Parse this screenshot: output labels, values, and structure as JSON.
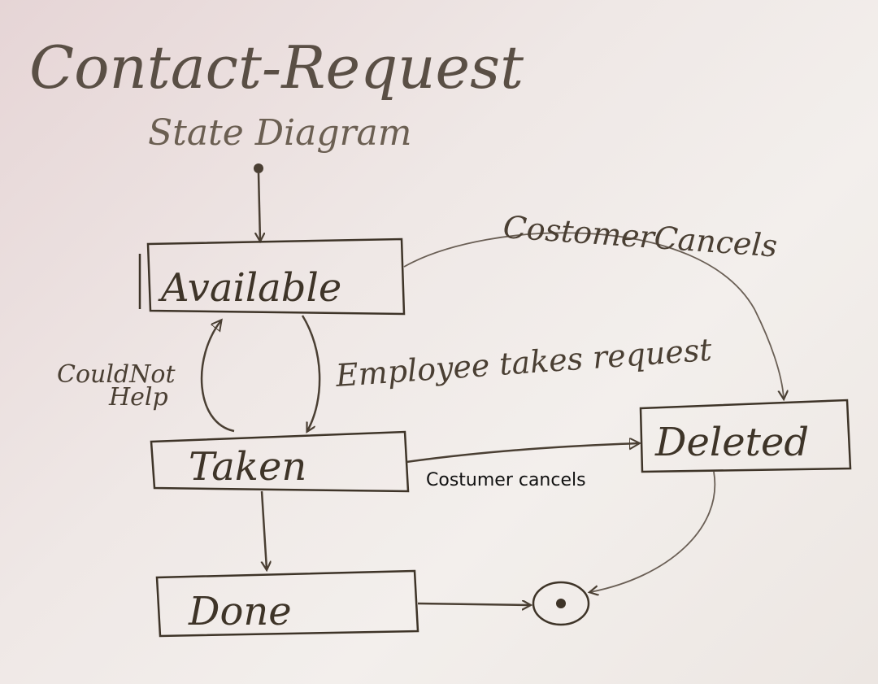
{
  "title": "Contact-Request",
  "subtitle": "State Diagram",
  "states": {
    "available": "Available",
    "taken": "Taken",
    "done": "Done",
    "deleted": "Deleted"
  },
  "transitions": {
    "customer_cancels_top": "CostomerCancels",
    "employee_takes": "Employee takes request",
    "could_not_help_line1": "CouldNot",
    "could_not_help_line2": "Help",
    "costumer_cancels_typed": "Costumer cancels"
  }
}
